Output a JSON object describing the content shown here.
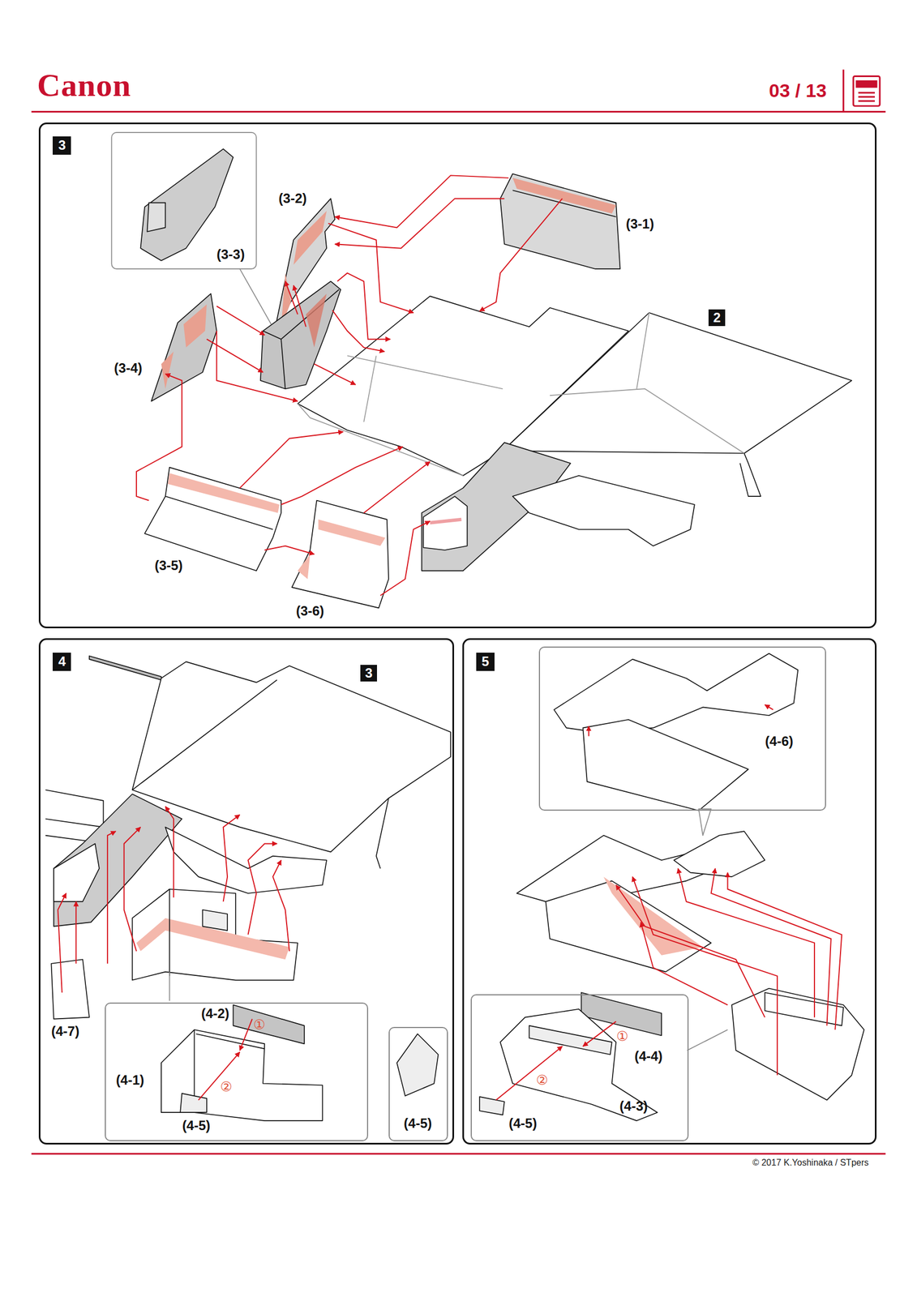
{
  "diagram": {
    "nodes": [
      {
        "text": [
          "3"
        ]
      },
      {
        "text": [
          "2"
        ],
        "in": 0
      },
      {
        "text": [
          "4"
        ]
      },
      {
        "text": [
          "3"
        ],
        "in": 2
      },
      {
        "text": [
          "(4-2)",
          "①",
          "②",
          "(4-1)",
          "(4-5)"
        ],
        "in": 2
      },
      {
        "text": [
          "(4-5)"
        ],
        "in": 2
      },
      {
        "text": [
          "5"
        ]
      },
      {
        "text": [
          "(4-6)"
        ],
        "in": 6
      },
      {
        "text": [
          "①",
          "②",
          "(4-4)",
          "(4-3)",
          "(4-5)"
        ],
        "in": 6
      }
    ],
    "labels": [
      "Canon",
      "03 / 13",
      "(3-2)",
      "(3-1)",
      "(3-3)",
      "(3-4)",
      "(3-5)",
      "(3-6)",
      "(4-7)",
      "© 2017 K.Yoshinaka / STpers"
    ]
  }
}
